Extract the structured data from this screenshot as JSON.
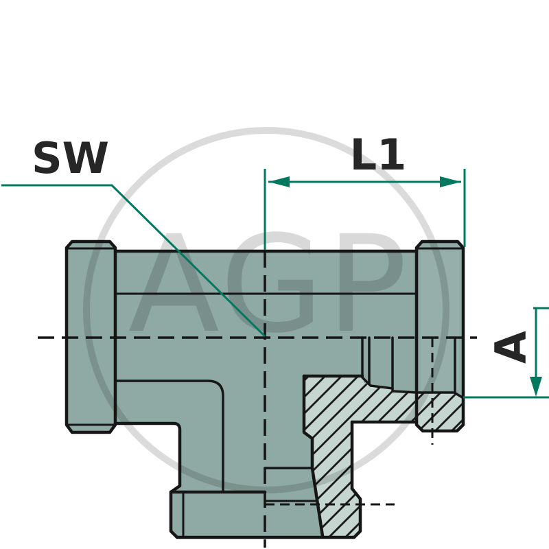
{
  "diagram": {
    "type": "technical-drawing-tee-fitting",
    "labels": {
      "sw": "SW",
      "l1": "L1",
      "a": "A"
    },
    "watermark": "AGP",
    "colors": {
      "body_fill": "#8FA9A4",
      "section_fill": "#C5D6D1",
      "nut_panel": "#9CB4AF",
      "outline": "#161616",
      "dimension": "#00795F",
      "label": "#262626",
      "watermark": "#000000"
    }
  }
}
